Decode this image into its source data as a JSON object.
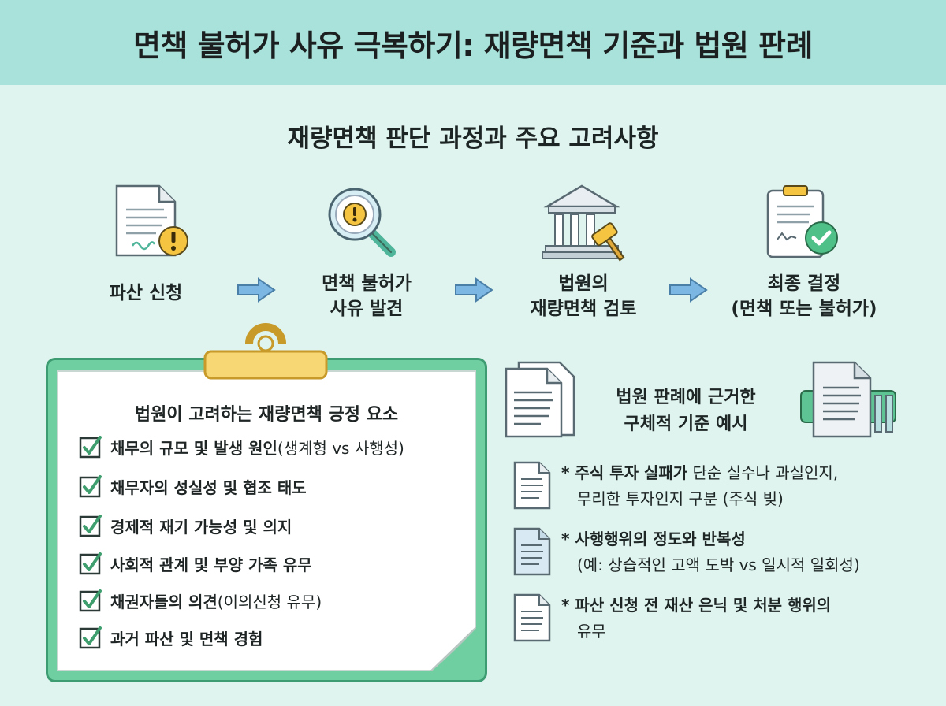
{
  "title": "면책 불허가 사유 극복하기: 재량면책 기준과 법원 판례",
  "subtitle": "재량면책 판단 과정과 주요 고려사항",
  "flow": {
    "steps": [
      {
        "line1": "파산 신청",
        "line2": "",
        "icon": "document-warning-icon"
      },
      {
        "line1": "면책 불허가",
        "line2": "사유 발견",
        "icon": "magnifier-warning-icon"
      },
      {
        "line1": "법원의",
        "line2": "재량면책 검토",
        "icon": "courthouse-gavel-icon"
      },
      {
        "line1": "최종 결정",
        "line2": "(면책 또는 불허가)",
        "icon": "clipboard-check-icon"
      }
    ],
    "arrow_icon": "right-arrow-icon"
  },
  "factors": {
    "heading": "법원이 고려하는 재량면책 긍정 요소",
    "items": [
      {
        "main": "채무의 규모 및 발생 원인",
        "note": " (생계형 vs 사행성)"
      },
      {
        "main": "채무자의 성실성 및 협조 태도",
        "note": ""
      },
      {
        "main": "경제적 재기 가능성 및 의지",
        "note": ""
      },
      {
        "main": "사회적 관계 및 부양 가족 유무",
        "note": ""
      },
      {
        "main": "채권자들의 의견",
        "note": " (이의신청 유무)"
      },
      {
        "main": "과거 파산 및 면책 경험",
        "note": ""
      }
    ]
  },
  "cases": {
    "heading_line1": "법원 판례에 근거한",
    "heading_line2": "구체적 기준 예시",
    "items": [
      {
        "bold": "* 주식 투자 실패가",
        "rest": " 단순 실수나 과실인지,",
        "line2": "무리한 투자인지 구분 (주식 빚)"
      },
      {
        "bold": "* 사행행위의 정도와 반복성",
        "rest": "",
        "line2": "(예: 상습적인 고액 도박 vs 일시적 일회성)"
      },
      {
        "bold": "* 파산 신청 전 재산 은닉 및 처분 행위의",
        "rest": "",
        "line2": "유무"
      }
    ]
  },
  "colors": {
    "title_bar": "#a9e2da",
    "background": "#dff4ef",
    "board": "#6fcfa1",
    "clip": "#f7d774",
    "arrow": "#7cb6e3",
    "check": "#3f9e6e"
  }
}
